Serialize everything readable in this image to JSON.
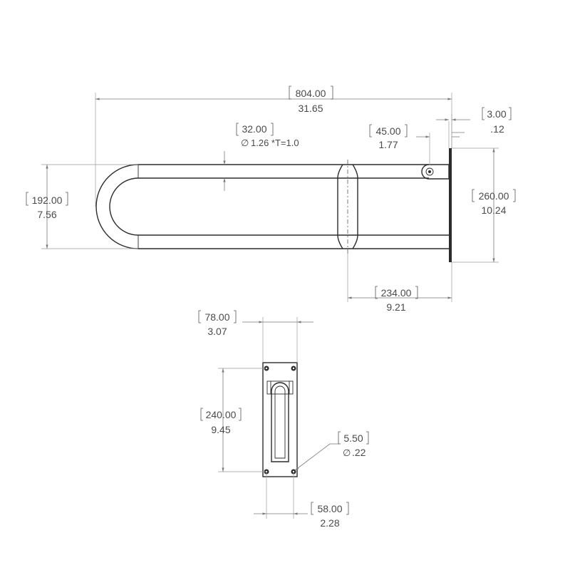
{
  "dimensions": {
    "overall_length": {
      "metric": "804.00",
      "imperial": "31.65"
    },
    "tube_diameter": {
      "metric": "32.00",
      "imperial": "1.26 *T=1.0",
      "symbol": "∅"
    },
    "pivot_offset": {
      "metric": "45.00",
      "imperial": "1.77"
    },
    "plate_thickness": {
      "metric": "3.00",
      "imperial": ".12"
    },
    "rail_height": {
      "metric": "192.00",
      "imperial": "7.56"
    },
    "plate_height": {
      "metric": "260.00",
      "imperial": "10.24"
    },
    "grip_distance": {
      "metric": "234.00",
      "imperial": "9.21"
    },
    "plate_width": {
      "metric": "78.00",
      "imperial": "3.07"
    },
    "hole_spacing_vertical": {
      "metric": "240.00",
      "imperial": "9.45"
    },
    "hole_diameter": {
      "metric": "5.50",
      "imperial": ".22",
      "symbol": "∅"
    },
    "hole_spacing_horizontal": {
      "metric": "58.00",
      "imperial": "2.28"
    }
  },
  "colors": {
    "line": "#2b2b2b",
    "dimension": "#7a7a7a",
    "text": "#4a4a4a"
  }
}
